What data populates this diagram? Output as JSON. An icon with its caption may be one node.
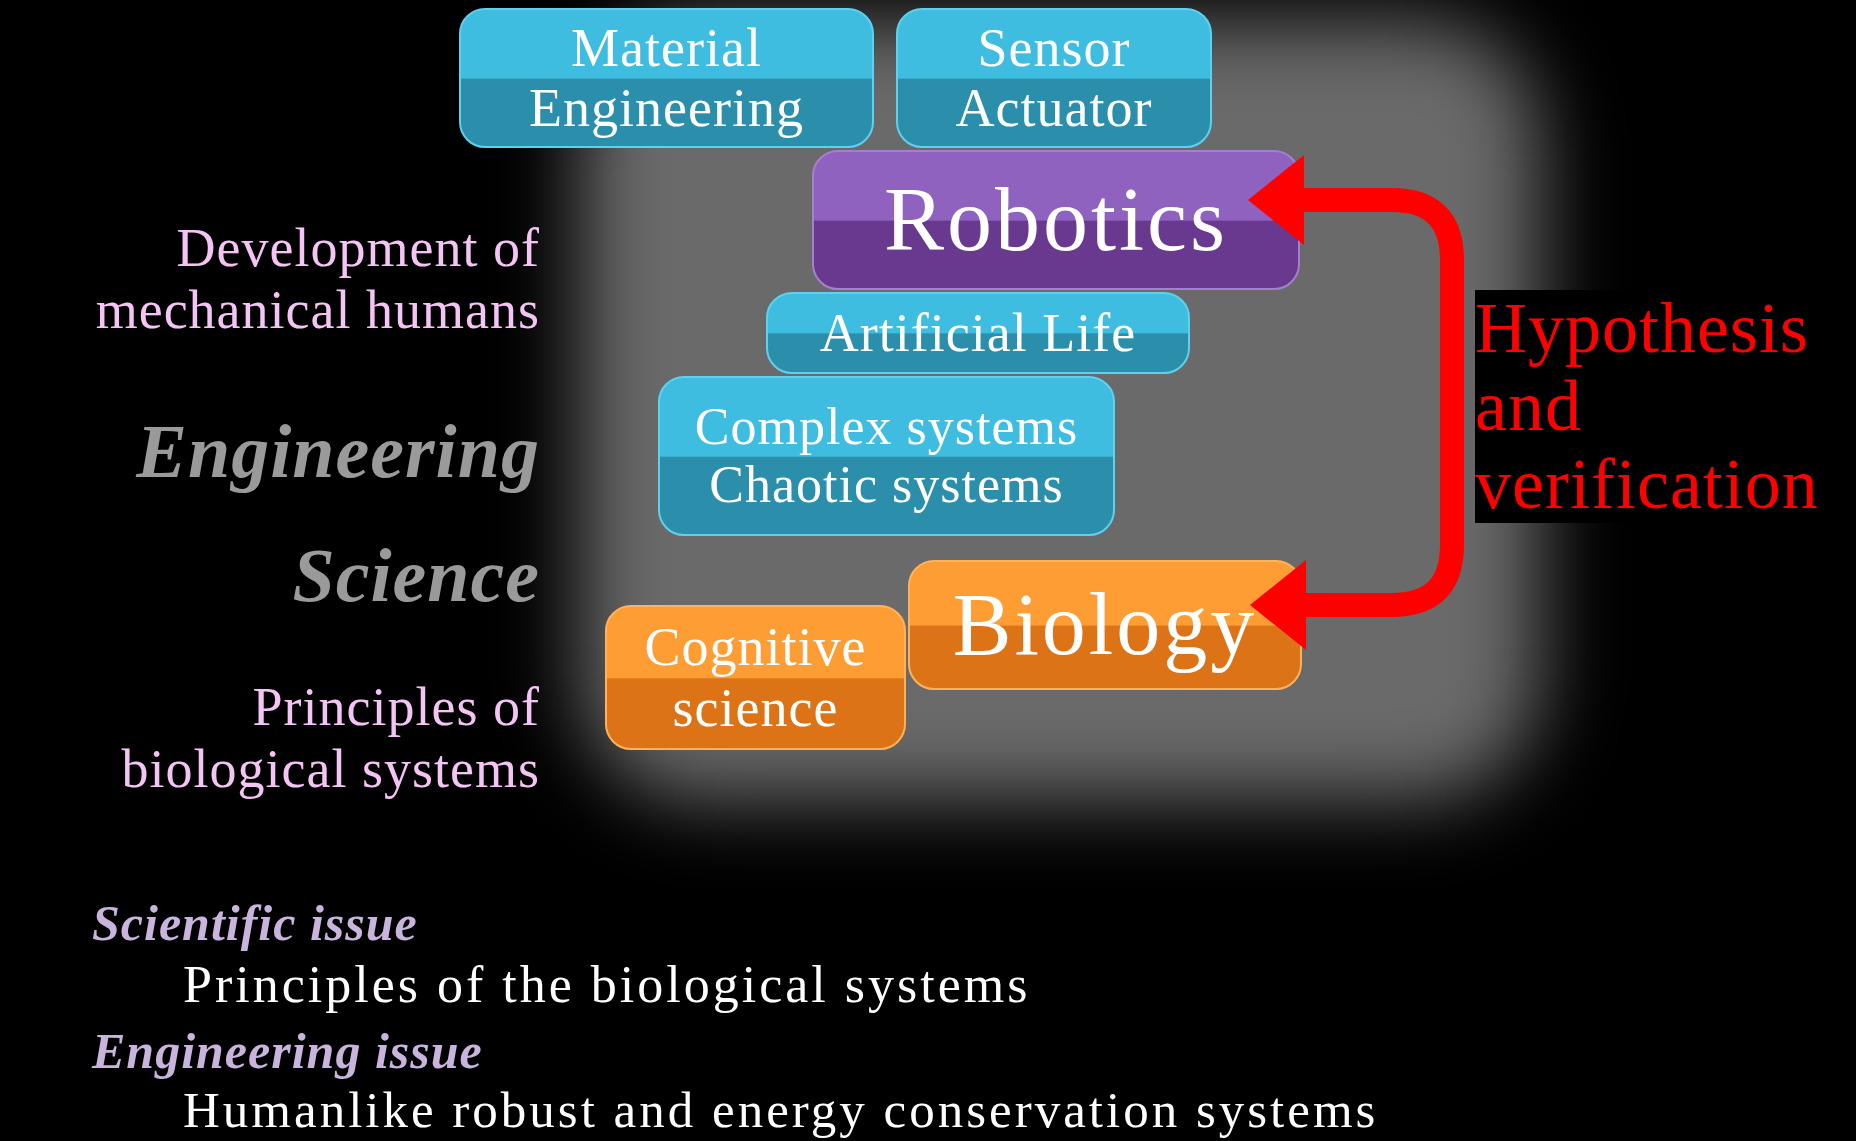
{
  "diagram": {
    "nodes": [
      {
        "text": [
          "Material Engineering"
        ]
      },
      {
        "text": [
          "Sensor Actuator"
        ]
      },
      {
        "text": [
          "Robotics"
        ]
      },
      {
        "text": [
          "Artificial Life"
        ]
      },
      {
        "text": [
          "Complex systems",
          "Chaotic systems"
        ]
      },
      {
        "text": [
          "Cognitive science"
        ]
      },
      {
        "text": [
          "Biology"
        ]
      }
    ],
    "edges": [
      {
        "from": 2,
        "to": 6,
        "arrow": "both",
        "label": "Hypothesis and verification"
      }
    ],
    "labels": [
      "Development of mechanical humans",
      "Engineering",
      "Science",
      "Principles of biological systems",
      "Scientific issue",
      "Principles of the biological systems",
      "Engineering issue",
      "Humanlike robust and energy conservation systems"
    ]
  }
}
